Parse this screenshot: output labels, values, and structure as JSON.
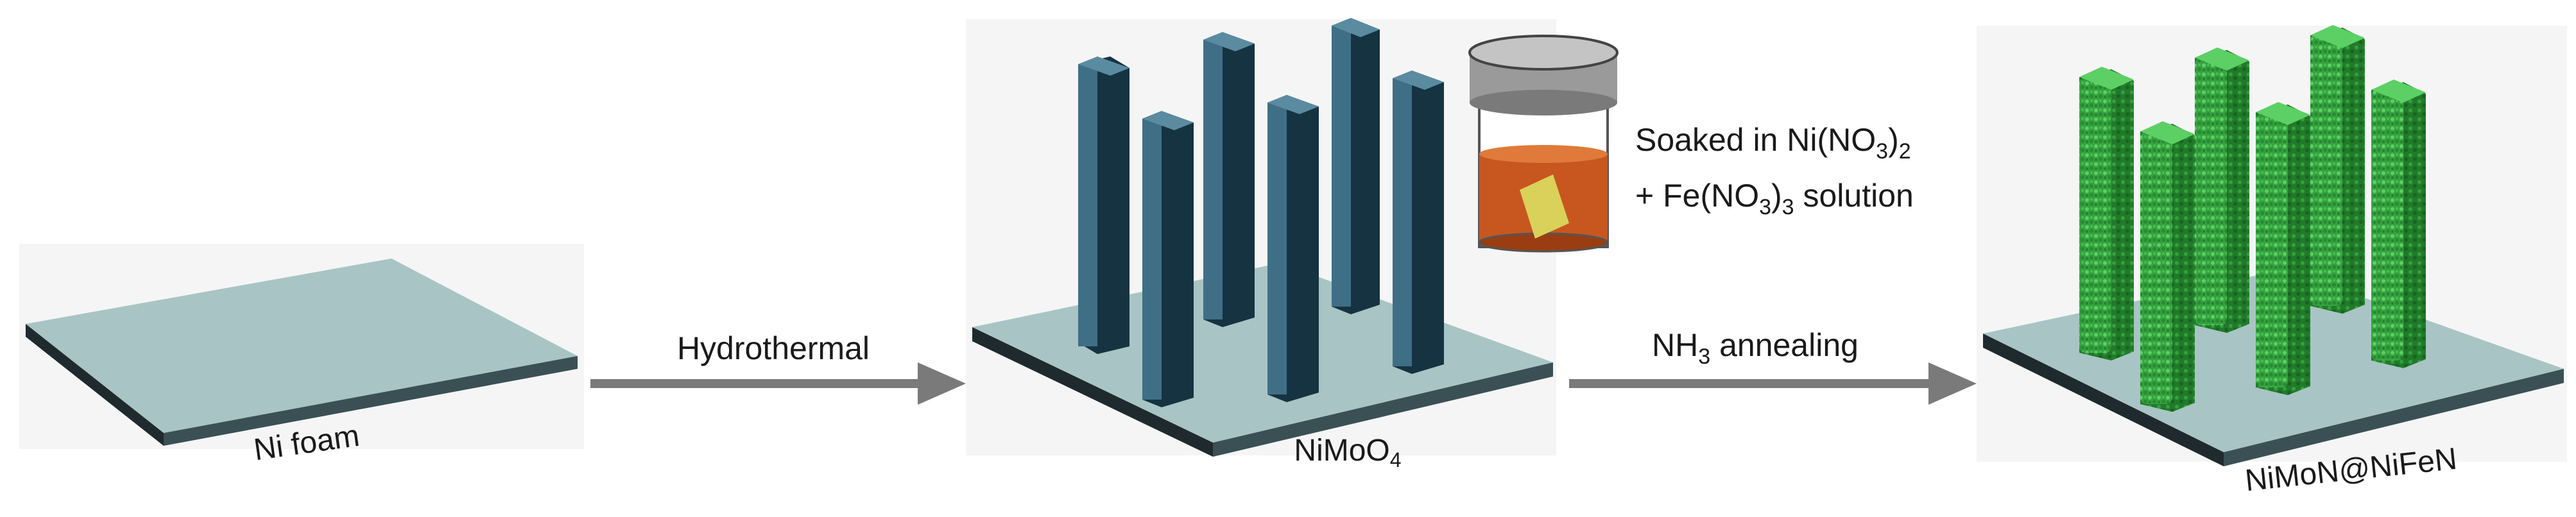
{
  "stage1": {
    "label": "Ni foam"
  },
  "step1": {
    "label": "Hydrothermal"
  },
  "stage2": {
    "label_base": "NiMoO",
    "label_sub": "4"
  },
  "solution_note": {
    "line1_base": "Soaked in Ni(NO",
    "line1_sub": "3",
    "line1_close": ")",
    "line1_sub2": "2",
    "line2_base": "+ Fe(NO",
    "line2_sub": "3",
    "line2_close": ")",
    "line2_sub2": "3",
    "line2_end": " solution"
  },
  "step2": {
    "label_base": "NH",
    "label_sub": "3",
    "label_end": " annealing"
  },
  "stage3": {
    "label": "NiMoN@NiFeN"
  },
  "colors": {
    "substrate_top": "#a9c4c4",
    "substrate_edge": "#1f2a2e",
    "nanorod": "#3f6f86",
    "nanorod_side": "#163341",
    "coated_rod": "#3caa45",
    "arrow": "#7a7a7a",
    "solution": "#c8561f",
    "lid": "#9a9a9a"
  }
}
